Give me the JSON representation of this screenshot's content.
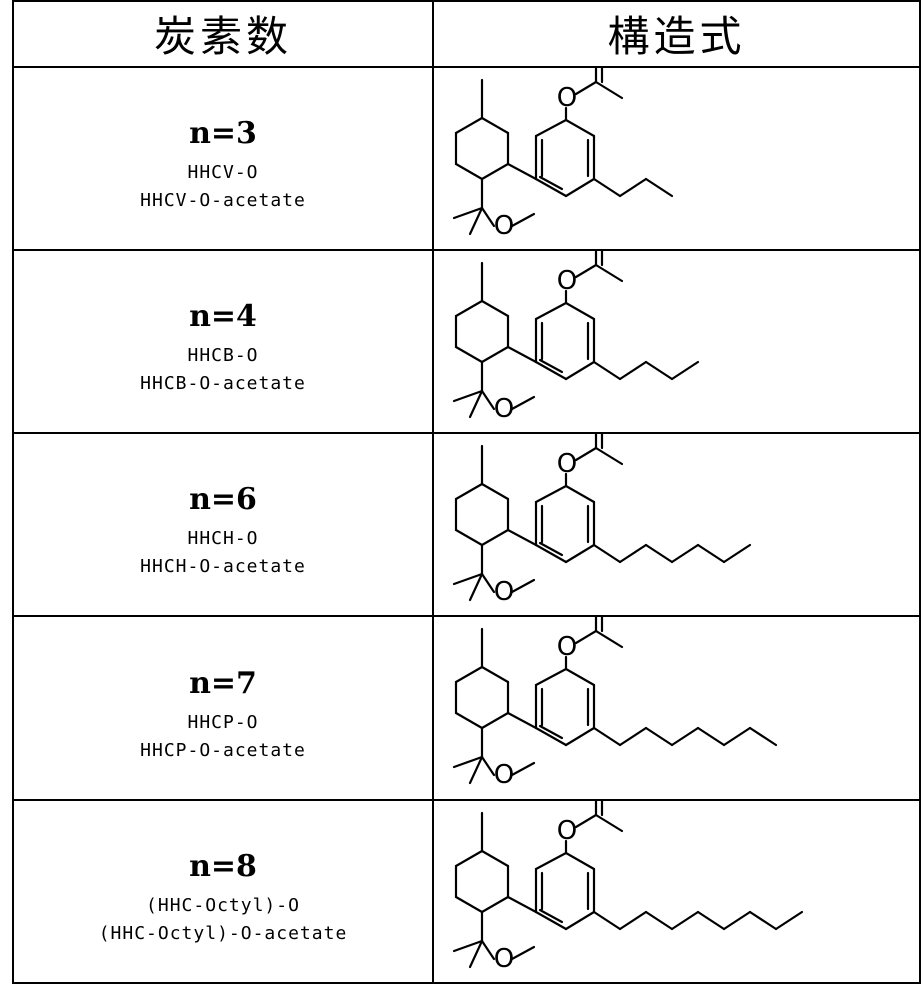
{
  "header": {
    "carbon_count": "炭素数",
    "structure": "構造式"
  },
  "rows": [
    {
      "n": "n=3",
      "name": "HHCV-O",
      "name2": "HHCV-O-acetate",
      "chain_carbons": 3
    },
    {
      "n": "n=4",
      "name": "HHCB-O",
      "name2": "HHCB-O-acetate",
      "chain_carbons": 4
    },
    {
      "n": "n=6",
      "name": "HHCH-O",
      "name2": "HHCH-O-acetate",
      "chain_carbons": 6
    },
    {
      "n": "n=7",
      "name": "HHCP-O",
      "name2": "HHCP-O-acetate",
      "chain_carbons": 7
    },
    {
      "n": "n=8",
      "name": "(HHC-Octyl)-O",
      "name2": "(HHC-Octyl)-O-acetate",
      "chain_carbons": 8
    }
  ],
  "atoms": {
    "oxygen": "O"
  }
}
